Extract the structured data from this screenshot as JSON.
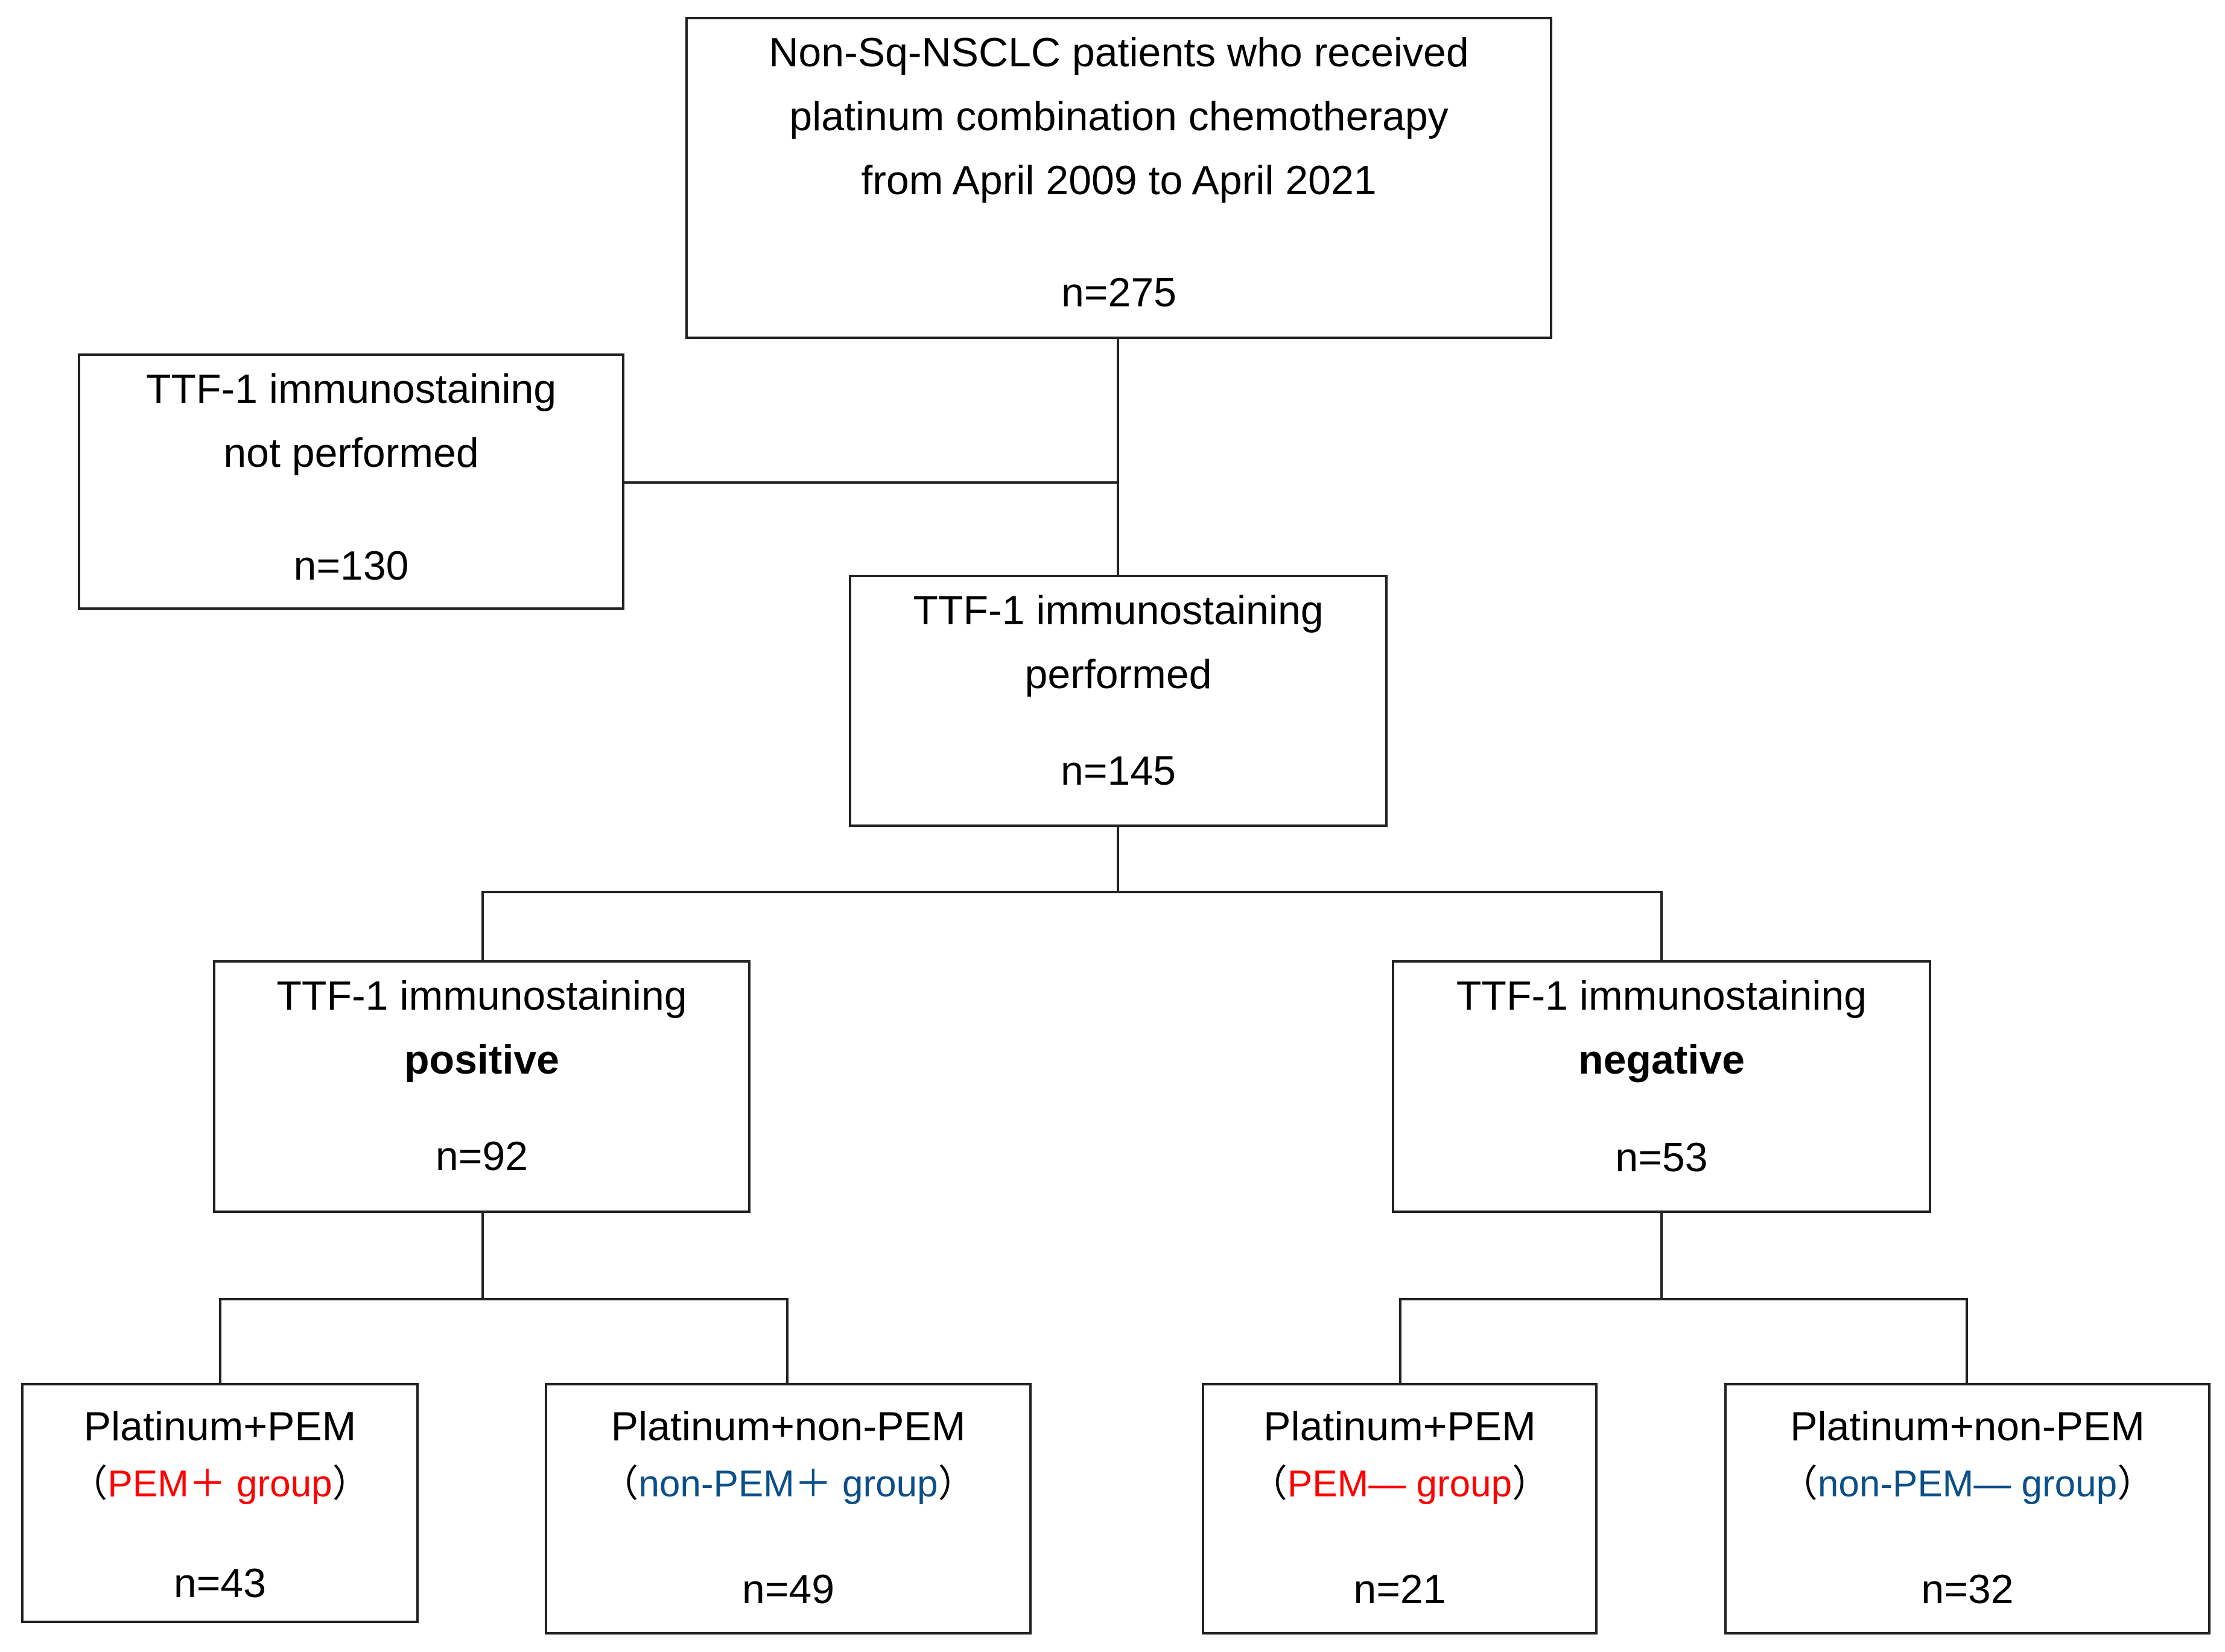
{
  "nodes": {
    "total": {
      "lines": [
        "Non-Sq-NSCLC patients who received",
        "platinum combination chemotherapy",
        "from April 2009 to April 2021"
      ],
      "n": "n=275"
    },
    "not_performed": {
      "lines": [
        "TTF-1 immunostaining",
        "not performed"
      ],
      "n": "n=130"
    },
    "performed": {
      "lines": [
        "TTF-1 immunostaining",
        "performed"
      ],
      "n": "n=145"
    },
    "positive": {
      "lines": [
        "TTF-1 immunostaining",
        "positive"
      ],
      "n": "n=92"
    },
    "negative": {
      "lines": [
        "TTF-1 immunostaining",
        "negative"
      ],
      "n": "n=53"
    },
    "pem_plus": {
      "title": "Platinum+PEM",
      "open": "（",
      "group": "PEM＋ group",
      "close": "）",
      "n": "n=43"
    },
    "nonpem_plus": {
      "title": "Platinum+non-PEM",
      "open": "（",
      "group": "non-PEM＋ group",
      "close": "）",
      "n": "n=49"
    },
    "pem_minus": {
      "title": "Platinum+PEM",
      "open": "（",
      "group": "PEM— group",
      "close": "）",
      "n": "n=21"
    },
    "nonpem_minus": {
      "title": "Platinum+non-PEM",
      "open": "（",
      "group": "non-PEM— group",
      "close": "）",
      "n": "n=32"
    }
  },
  "colors": {
    "pem_group": "#ff0000",
    "non_pem_group": "#0b4f8a",
    "line": "#222222"
  }
}
